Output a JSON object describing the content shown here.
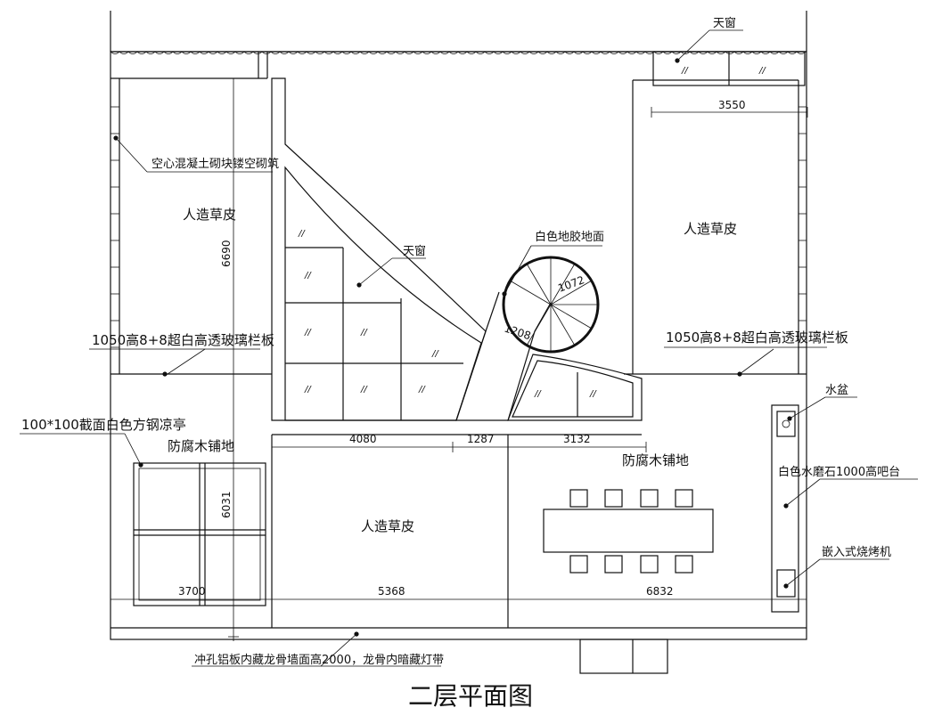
{
  "drawing_title": "二层平面图",
  "labels": {
    "skylight_top": "天窗",
    "hollow_block_wall": "空心混凝土砌块镂空砌筑",
    "artificial_grass_nw": "人造草皮",
    "skylight_mid": "天窗",
    "white_rubber_floor": "白色地胶地面",
    "artificial_grass_ne": "人造草皮",
    "glass_rail_left": "1050高8+8超白高透玻璃栏板",
    "glass_rail_right": "1050高8+8超白高透玻璃栏板",
    "sink": "水盆",
    "steel_pavilion": "100*100截面白色方钢凉亭",
    "wood_deck_left": "防腐木铺地",
    "wood_deck_right": "防腐木铺地",
    "terrazzo_bar": "白色水磨石1000高吧台",
    "artificial_grass_mid": "人造草皮",
    "bbq": "嵌入式烧烤机",
    "perforated_aluminum_wall": "冲孔铝板内藏龙骨墙面高2000，龙骨内暗藏灯带"
  },
  "dimensions": {
    "ne_width": "3550",
    "nw_height": "6690",
    "stair_radius": "1072",
    "stair_width": "1208",
    "span_a": "4080",
    "span_b": "1287",
    "span_c": "3132",
    "sw_height": "6031",
    "bottom_a": "3700",
    "bottom_b": "5368",
    "bottom_c": "6832"
  }
}
